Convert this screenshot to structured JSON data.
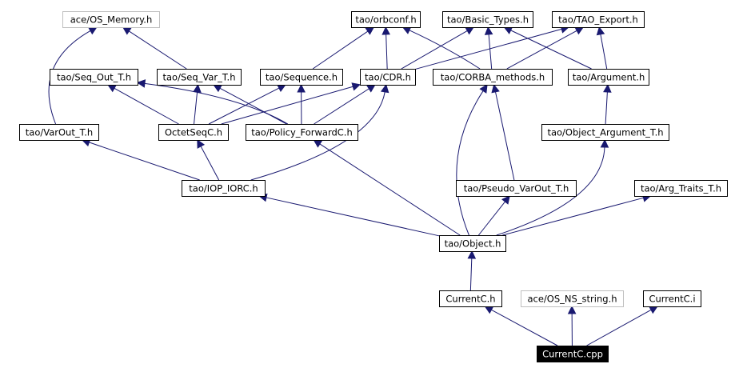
{
  "graph": {
    "root": "CurrentC.cpp",
    "colors": {
      "edge": "#191970",
      "node_border": "#000000",
      "external_border": "#bfbfbf",
      "root_fill": "#000000",
      "root_text": "#ffffff"
    },
    "nodes": [
      {
        "id": "n_os_memory",
        "label": "ace/OS_Memory.h",
        "external": true
      },
      {
        "id": "n_orbconf",
        "label": "tao/orbconf.h"
      },
      {
        "id": "n_basic_types",
        "label": "tao/Basic_Types.h"
      },
      {
        "id": "n_tao_export",
        "label": "tao/TAO_Export.h"
      },
      {
        "id": "n_seq_out",
        "label": "tao/Seq_Out_T.h"
      },
      {
        "id": "n_seq_var",
        "label": "tao/Seq_Var_T.h"
      },
      {
        "id": "n_sequence",
        "label": "tao/Sequence.h"
      },
      {
        "id": "n_cdr",
        "label": "tao/CDR.h"
      },
      {
        "id": "n_corba_methods",
        "label": "tao/CORBA_methods.h"
      },
      {
        "id": "n_argument",
        "label": "tao/Argument.h"
      },
      {
        "id": "n_varout",
        "label": "tao/VarOut_T.h"
      },
      {
        "id": "n_octetseq",
        "label": "OctetSeqC.h"
      },
      {
        "id": "n_policy_fwd",
        "label": "tao/Policy_ForwardC.h"
      },
      {
        "id": "n_obj_arg",
        "label": "tao/Object_Argument_T.h"
      },
      {
        "id": "n_iop_iorc",
        "label": "tao/IOP_IORC.h"
      },
      {
        "id": "n_pseudo_varout",
        "label": "tao/Pseudo_VarOut_T.h"
      },
      {
        "id": "n_arg_traits",
        "label": "tao/Arg_Traits_T.h"
      },
      {
        "id": "n_object",
        "label": "tao/Object.h"
      },
      {
        "id": "n_currentc_h",
        "label": "CurrentC.h"
      },
      {
        "id": "n_os_ns_string",
        "label": "ace/OS_NS_string.h",
        "external": true
      },
      {
        "id": "n_currentc_i",
        "label": "CurrentC.i"
      },
      {
        "id": "n_currentc_cpp",
        "label": "CurrentC.cpp",
        "root": true
      }
    ],
    "edges": [
      {
        "from": "n_currentc_cpp",
        "to": "n_currentc_h"
      },
      {
        "from": "n_currentc_cpp",
        "to": "n_os_ns_string"
      },
      {
        "from": "n_currentc_cpp",
        "to": "n_currentc_i"
      },
      {
        "from": "n_currentc_h",
        "to": "n_object"
      },
      {
        "from": "n_object",
        "to": "n_iop_iorc"
      },
      {
        "from": "n_object",
        "to": "n_policy_fwd"
      },
      {
        "from": "n_object",
        "to": "n_corba_methods"
      },
      {
        "from": "n_object",
        "to": "n_pseudo_varout"
      },
      {
        "from": "n_object",
        "to": "n_obj_arg"
      },
      {
        "from": "n_object",
        "to": "n_arg_traits"
      },
      {
        "from": "n_iop_iorc",
        "to": "n_varout"
      },
      {
        "from": "n_iop_iorc",
        "to": "n_octetseq"
      },
      {
        "from": "n_iop_iorc",
        "to": "n_cdr"
      },
      {
        "from": "n_octetseq",
        "to": "n_seq_var"
      },
      {
        "from": "n_octetseq",
        "to": "n_sequence"
      },
      {
        "from": "n_octetseq",
        "to": "n_cdr"
      },
      {
        "from": "n_octetseq",
        "to": "n_seq_out"
      },
      {
        "from": "n_policy_fwd",
        "to": "n_seq_out"
      },
      {
        "from": "n_policy_fwd",
        "to": "n_seq_var"
      },
      {
        "from": "n_policy_fwd",
        "to": "n_sequence"
      },
      {
        "from": "n_policy_fwd",
        "to": "n_cdr"
      },
      {
        "from": "n_varout",
        "to": "n_os_memory"
      },
      {
        "from": "n_seq_var",
        "to": "n_os_memory"
      },
      {
        "from": "n_sequence",
        "to": "n_orbconf"
      },
      {
        "from": "n_cdr",
        "to": "n_orbconf"
      },
      {
        "from": "n_cdr",
        "to": "n_basic_types"
      },
      {
        "from": "n_cdr",
        "to": "n_tao_export"
      },
      {
        "from": "n_corba_methods",
        "to": "n_basic_types"
      },
      {
        "from": "n_corba_methods",
        "to": "n_orbconf"
      },
      {
        "from": "n_corba_methods",
        "to": "n_tao_export"
      },
      {
        "from": "n_pseudo_varout",
        "to": "n_corba_methods"
      },
      {
        "from": "n_argument",
        "to": "n_basic_types"
      },
      {
        "from": "n_argument",
        "to": "n_tao_export"
      },
      {
        "from": "n_obj_arg",
        "to": "n_argument"
      }
    ]
  }
}
